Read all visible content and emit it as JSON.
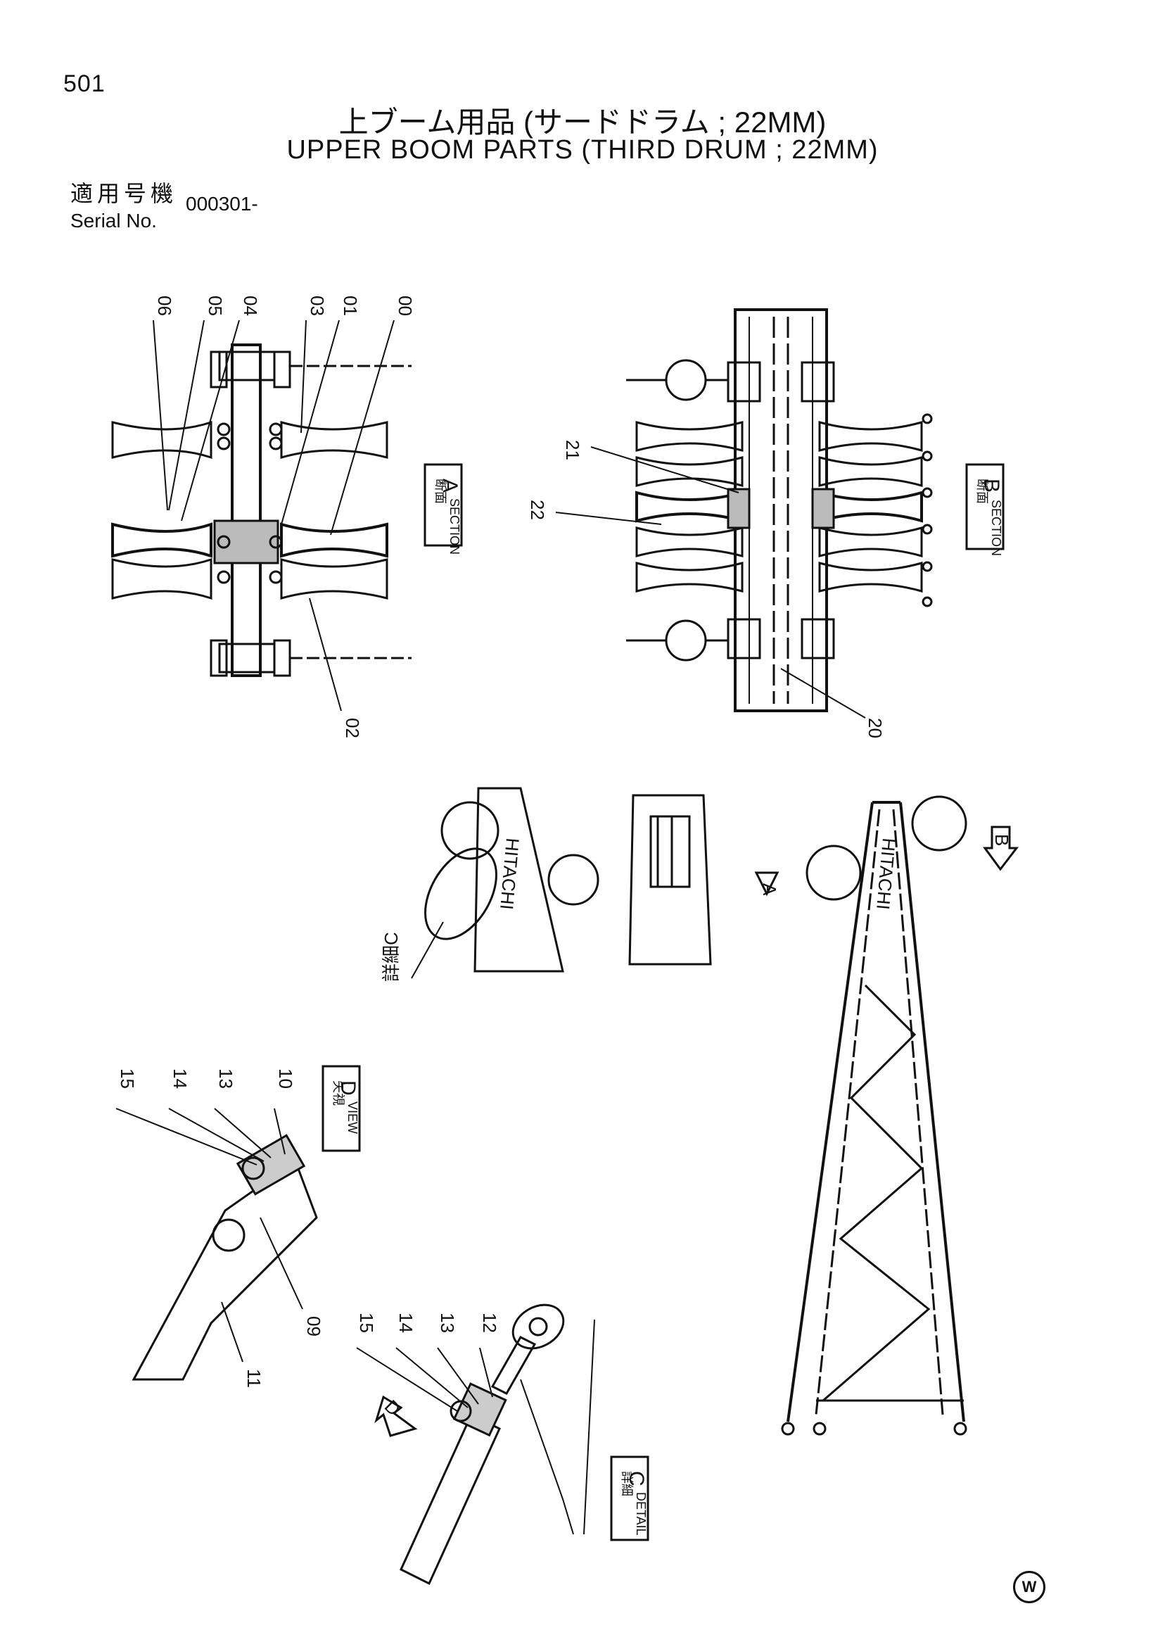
{
  "page": {
    "number": "501",
    "title_jp": "上ブーム用品 (サードドラム ; 22MM)",
    "title_en": "UPPER BOOM PARTS (THIRD DRUM ; 22MM)",
    "serial_label_jp": "適用号機",
    "serial_label_en": "Serial No.",
    "serial_value": "000301-",
    "footer_mark": "W"
  },
  "callouts": {
    "section_a": [
      "06",
      "05",
      "04",
      "03",
      "01",
      "00",
      "02"
    ],
    "section_b": [
      "21",
      "22",
      "20"
    ],
    "view_d": [
      "15",
      "14",
      "13",
      "10",
      "09",
      "11"
    ],
    "detail_c": [
      "15",
      "14",
      "13",
      "12"
    ]
  },
  "views": {
    "section_a": {
      "jp": "断面",
      "en": "SECTION",
      "letter": "A"
    },
    "section_b": {
      "jp": "断面",
      "en": "SECTION",
      "letter": "B"
    },
    "view_d": {
      "jp": "矢視",
      "en": "VIEW",
      "letter": "D"
    },
    "detail_c": {
      "jp": "詳細",
      "en": "DETAIL",
      "letter": "C"
    },
    "detail_c_pointer": "詳細C",
    "arrow_a": "A",
    "arrow_b": "B",
    "arrow_d": "D",
    "brand": "HITACHI"
  }
}
